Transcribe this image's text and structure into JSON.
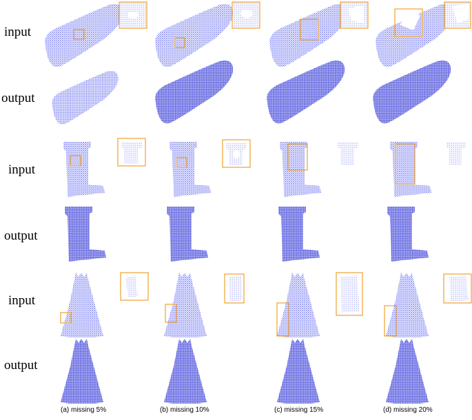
{
  "row_labels": [
    "input",
    "output",
    "input",
    "output",
    "input",
    "output"
  ],
  "captions": [
    "(a) missing 5%",
    "(b) missing 10%",
    "(c) missing 15%",
    "(d) missing 20%"
  ],
  "colors": {
    "points": "#2a2ee0",
    "highlight": "#f0a030"
  }
}
